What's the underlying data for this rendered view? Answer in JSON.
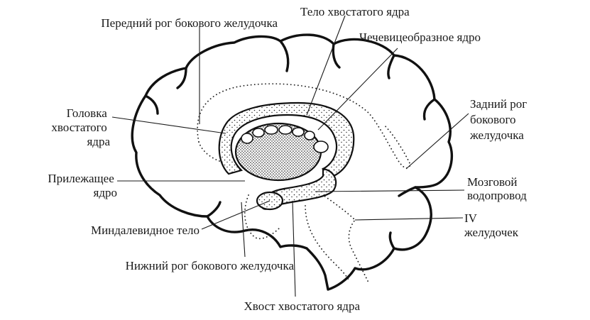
{
  "labels": {
    "anterior_horn": "Передний рог бокового желудочка",
    "caudate_body": "Тело хвостатого ядра",
    "lentiform": "Чечевицеобразное ядро",
    "caudate_head": [
      "Головка",
      "хвостатого",
      "ядра"
    ],
    "posterior_horn": [
      "Задний рог",
      "бокового",
      "желудочка"
    ],
    "accumbens": [
      "Прилежащее",
      "ядро"
    ],
    "aqueduct": [
      "Мозговой",
      "водопровод"
    ],
    "amygdala": "Миндалевидное тело",
    "fourth_ventricle": [
      "IV",
      "желудочек"
    ],
    "inferior_horn": "Нижний рог бокового желудочка",
    "caudate_tail": "Хвост хвостатого ядра"
  }
}
